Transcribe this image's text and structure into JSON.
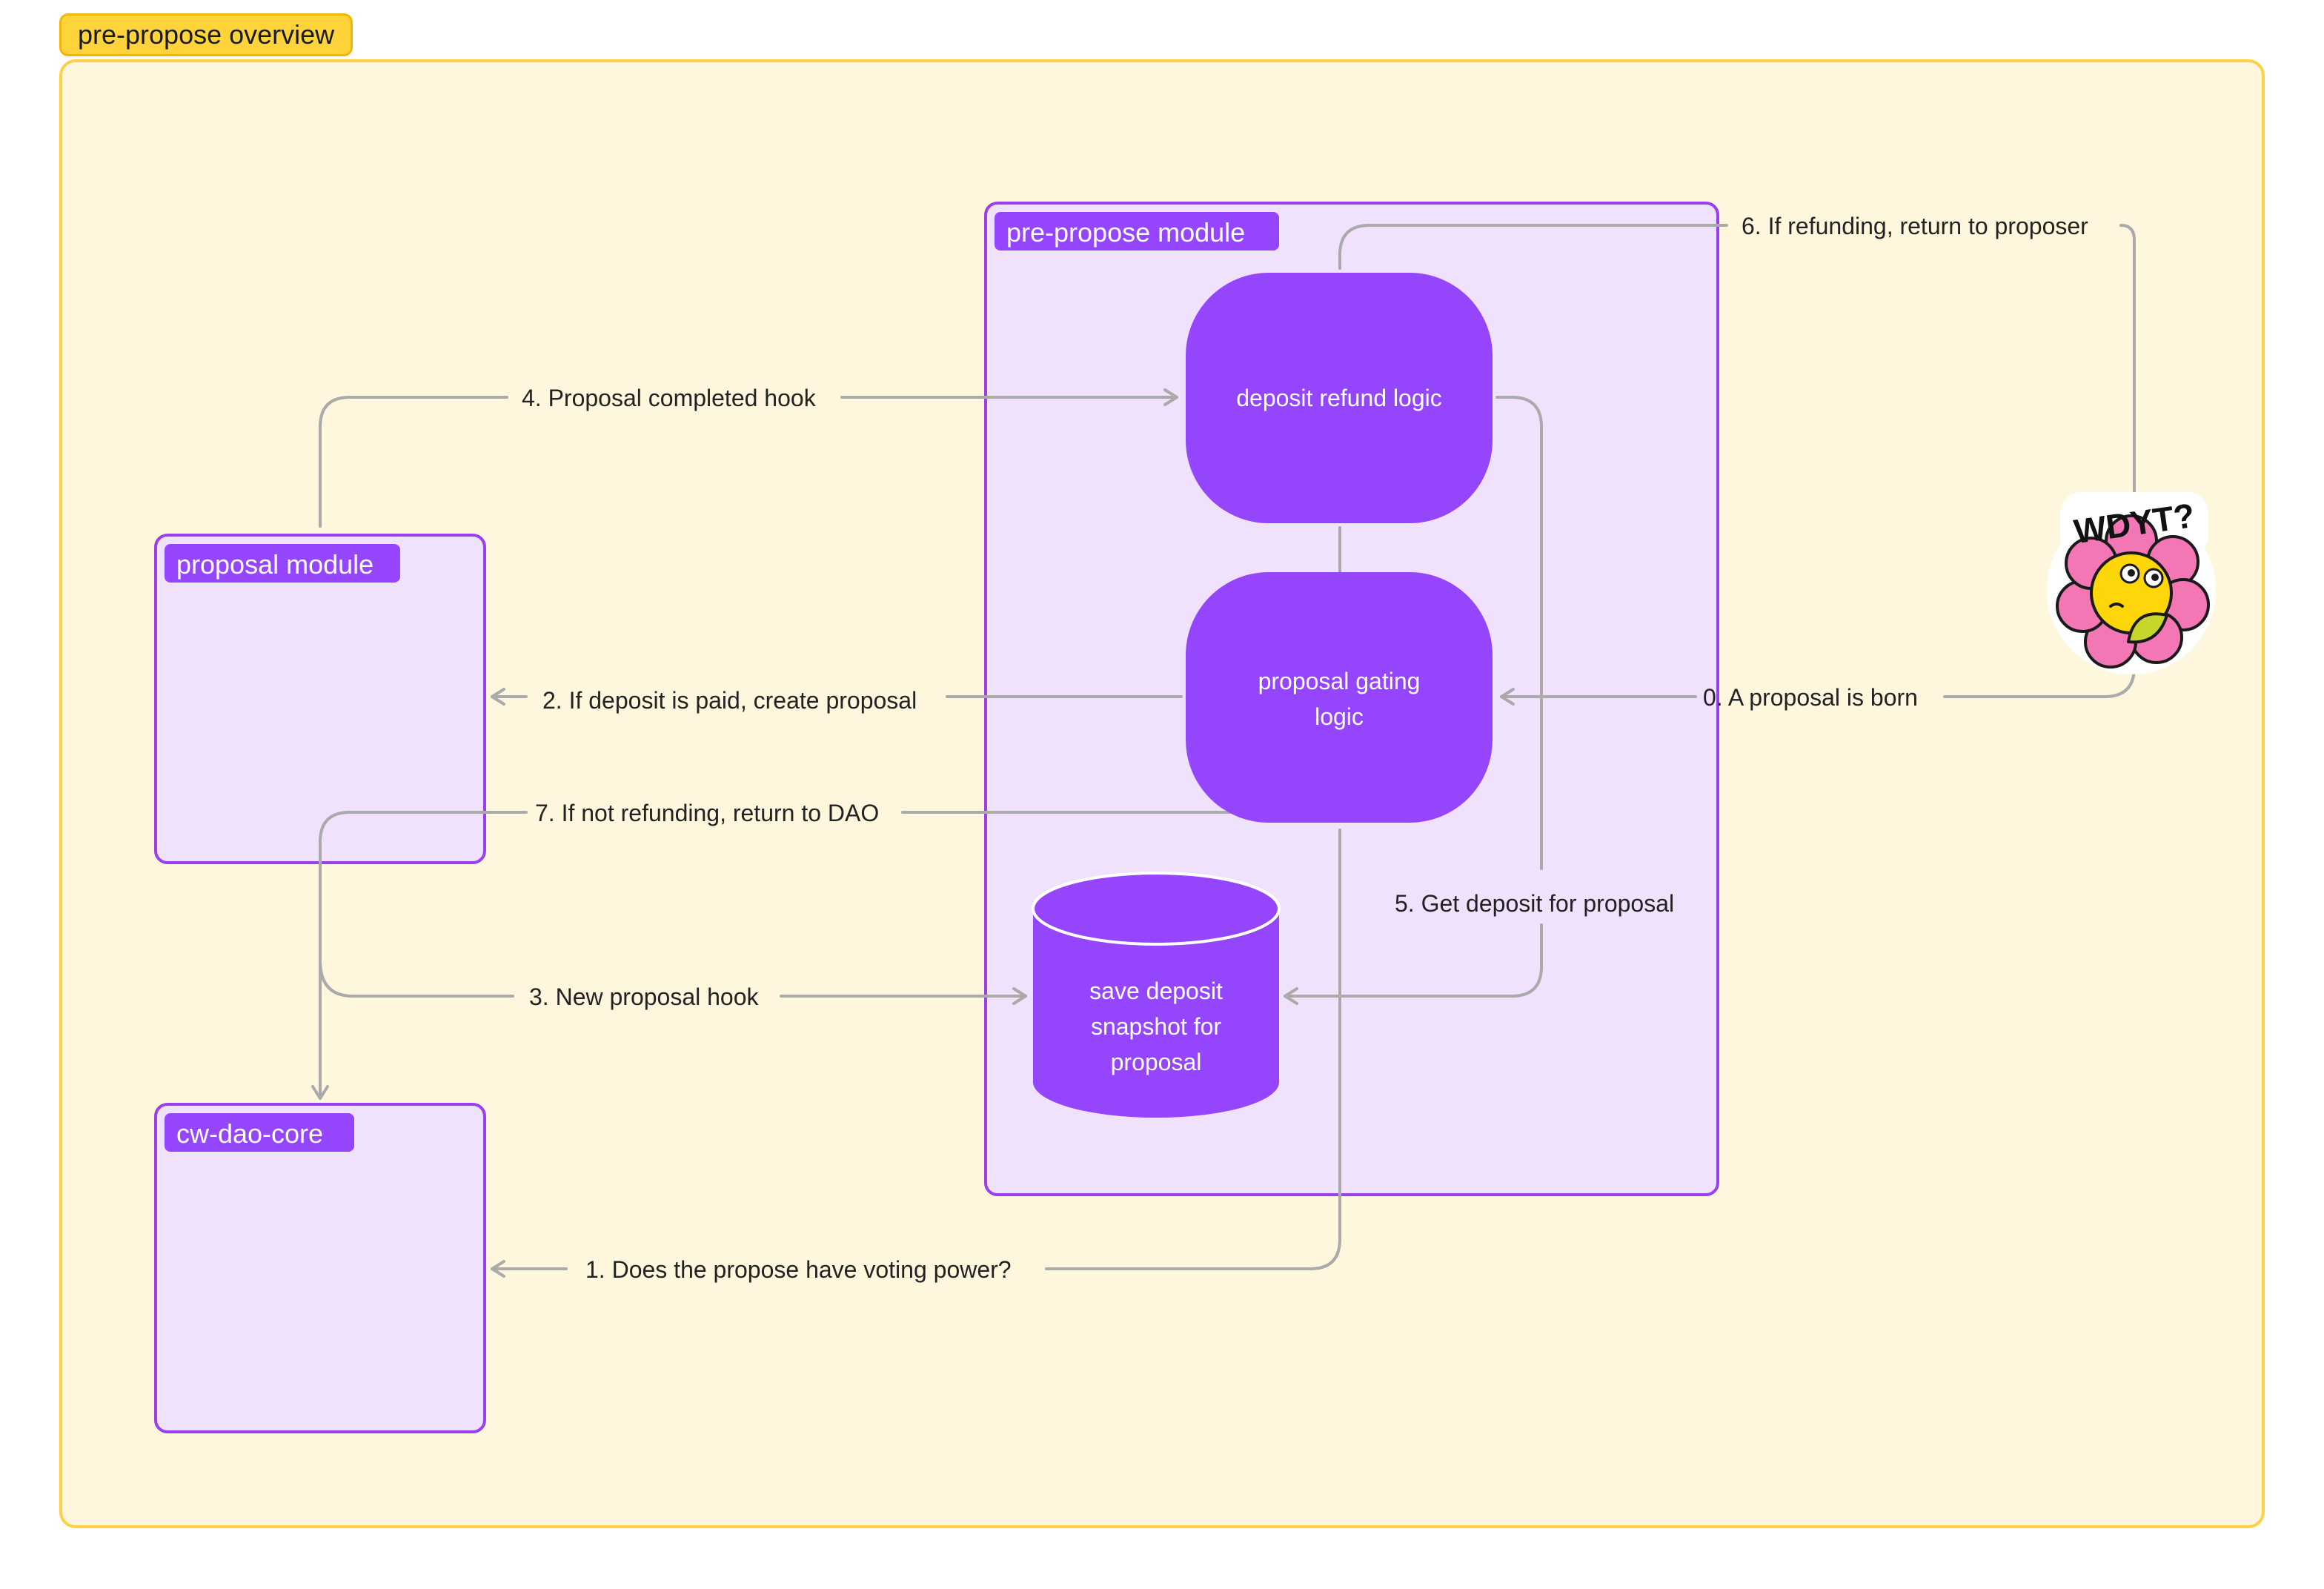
{
  "section": {
    "title": "pre-propose overview"
  },
  "containers": {
    "pre_propose_module": "pre-propose module",
    "proposal_module": "proposal module",
    "cw_dao_core": "cw-dao-core"
  },
  "nodes": {
    "deposit_refund_logic": "deposit refund logic",
    "proposal_gating_logic": [
      "proposal gating",
      "logic"
    ],
    "save_deposit_snapshot": [
      "save deposit",
      "snapshot for",
      "proposal"
    ]
  },
  "edges": {
    "e0": "0. A proposal is born",
    "e1": "1.  Does the propose have voting power?",
    "e2": "2. If deposit is paid, create proposal",
    "e3": "3. New proposal hook",
    "e4": "4. Proposal completed hook",
    "e5": "5. Get deposit for proposal",
    "e6": "6. If refunding, return to proposer",
    "e7": "7. If not refunding, return to DAO"
  },
  "sticker": {
    "text": "WDYT?"
  },
  "colors": {
    "frame_bg": "#fef6dd",
    "frame_border": "#fdd146",
    "container_bg": "#f0e2fc",
    "container_border": "#9a3ff0",
    "node_fill": "#9546fd",
    "arrow": "#aaaaaa",
    "text": "#222222"
  }
}
